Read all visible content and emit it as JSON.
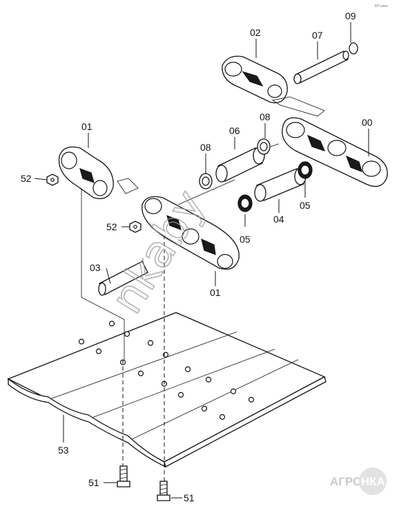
{
  "corner_mark": "ЕР ыыы",
  "part_labels": {
    "p02": "02",
    "p07": "07",
    "p09": "09",
    "p01a": "01",
    "p06": "06",
    "p08a": "08",
    "p00": "00",
    "p52a": "52",
    "p08b": "08",
    "p05a": "05",
    "p04": "04",
    "p52b": "52",
    "p05b": "05",
    "p03": "03",
    "p01b": "01",
    "p53": "53",
    "p51a": "51",
    "p51b": "51"
  },
  "watermark": "nkaby",
  "logo": {
    "left": "АГРО",
    "right": "НКА"
  }
}
